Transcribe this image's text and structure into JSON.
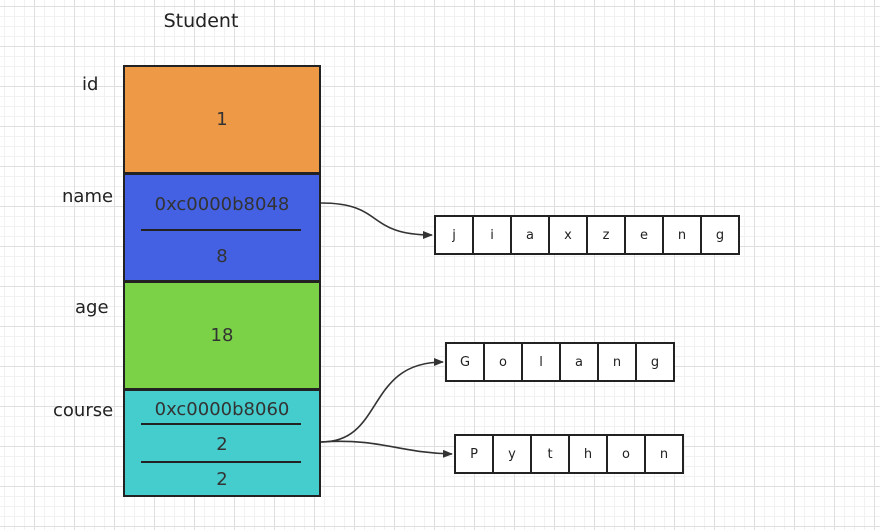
{
  "title": "Student",
  "fields": [
    {
      "label": "id",
      "values": [
        "1"
      ],
      "color": "#ee9945"
    },
    {
      "label": "name",
      "values": [
        "0xc0000b8048",
        "8"
      ],
      "color": "#4461e4"
    },
    {
      "label": "age",
      "values": [
        "18"
      ],
      "color": "#7bd247"
    },
    {
      "label": "course",
      "values": [
        "0xc0000b8060",
        "2",
        "2"
      ],
      "color": "#45cccd"
    }
  ],
  "arrays": {
    "name_chars": [
      "j",
      "i",
      "a",
      "x",
      "z",
      "e",
      "n",
      "g"
    ],
    "course_1_chars": [
      "G",
      "o",
      "l",
      "a",
      "n",
      "g"
    ],
    "course_2_chars": [
      "P",
      "y",
      "t",
      "h",
      "o",
      "n"
    ]
  }
}
